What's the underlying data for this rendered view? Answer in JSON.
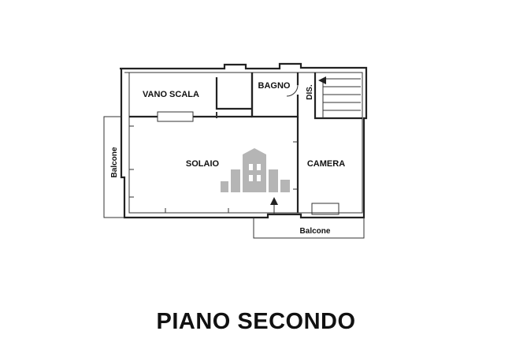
{
  "floor_plan": {
    "title": "PIANO SECONDO",
    "rooms": {
      "vano_scala": "VANO SCALA",
      "bagno": "BAGNO",
      "disimpegno": "DIS.",
      "solaio": "SOLAIO",
      "camera": "CAMERA",
      "balcone_left": "Balcone",
      "balcone_bottom": "Balcone"
    },
    "watermark_icon": "house-logo-icon",
    "line_color": "#222222",
    "watermark_color": "#a9a9a9"
  }
}
